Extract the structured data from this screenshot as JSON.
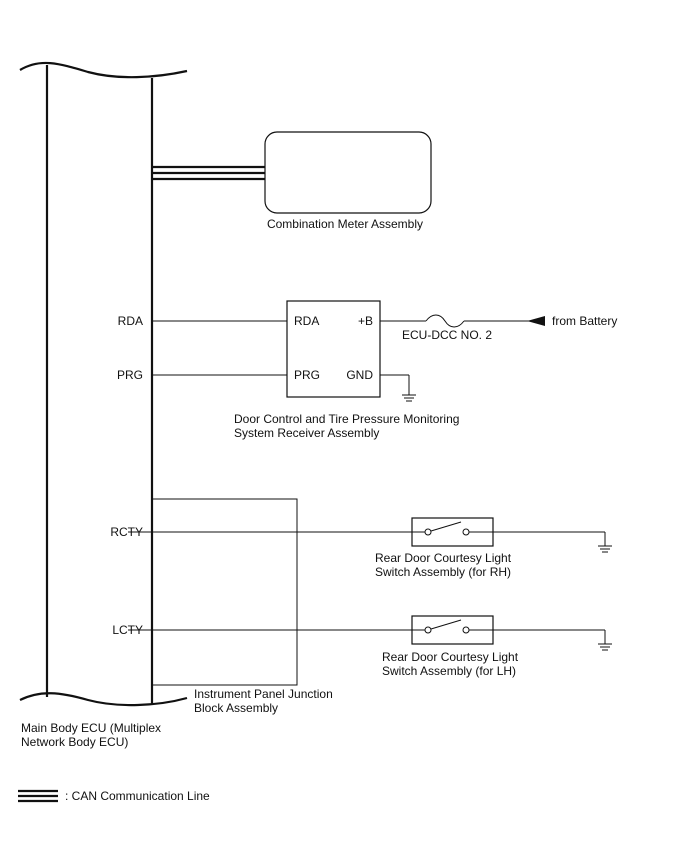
{
  "diagram": {
    "ecu": {
      "label_line1": "Main Body ECU (Multiplex",
      "label_line2": "Network Body ECU)"
    },
    "junction_block": {
      "label_line1": "Instrument Panel Junction",
      "label_line2": "Block Assembly"
    },
    "combination_meter": {
      "label": "Combination Meter Assembly"
    },
    "receiver": {
      "label_line1": "Door Control and Tire Pressure Monitoring",
      "label_line2": "System Receiver Assembly",
      "pins": {
        "rda": "RDA",
        "prg": "PRG",
        "b_plus": "+B",
        "gnd": "GND"
      }
    },
    "signals": {
      "rda": "RDA",
      "prg": "PRG",
      "rcty": "RCTY",
      "lcty": "LCTY"
    },
    "fuse": {
      "label": "ECU-DCC NO. 2"
    },
    "battery": {
      "label": "from Battery"
    },
    "switch_rh": {
      "label_line1": "Rear Door Courtesy Light",
      "label_line2": "Switch Assembly (for RH)"
    },
    "switch_lh": {
      "label_line1": "Rear Door Courtesy Light",
      "label_line2": "Switch Assembly (for LH)"
    },
    "legend": {
      "label": ": CAN Communication Line"
    }
  }
}
